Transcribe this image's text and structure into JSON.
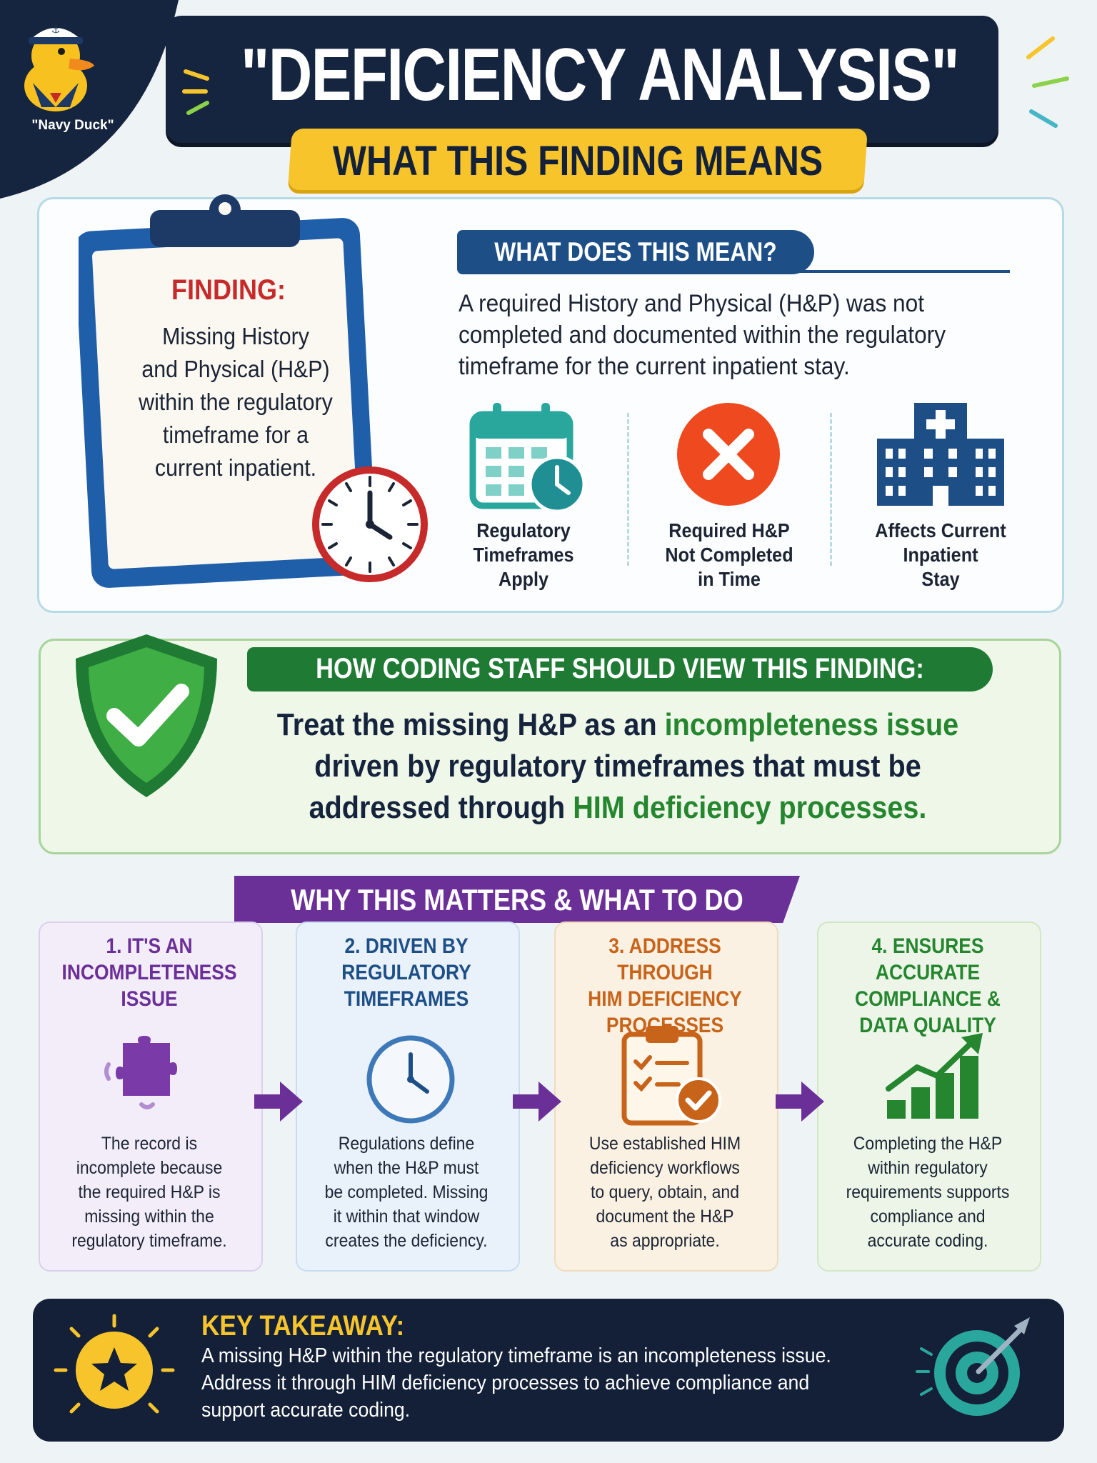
{
  "mascot": {
    "label": "\"Navy Duck\""
  },
  "header": {
    "title": "\"DEFICIENCY ANALYSIS\"",
    "subtitle": "WHAT THIS FINDING MEANS"
  },
  "finding": {
    "title": "FINDING:",
    "lines": [
      "Missing History",
      "and Physical (H&P)",
      "within the regulatory",
      "timeframe for a",
      "current inpatient."
    ]
  },
  "meaning": {
    "heading": "WHAT DOES THIS MEAN?",
    "lines": [
      "A required History and Physical (H&P) was not",
      "completed and documented within the regulatory",
      "timeframe for the current inpatient stay."
    ],
    "icons": [
      {
        "icon": "calendar-clock-icon",
        "lines": [
          "Regulatory",
          "Timeframes",
          "Apply"
        ]
      },
      {
        "icon": "x-circle-icon",
        "lines": [
          "Required H&P",
          "Not Completed",
          "in Time"
        ]
      },
      {
        "icon": "hospital-icon",
        "lines": [
          "Affects Current",
          "Inpatient",
          "Stay"
        ]
      }
    ]
  },
  "coding_view": {
    "heading": "HOW CODING STAFF SHOULD VIEW THIS FINDING:",
    "line1_a": "Treat the missing H&P as an ",
    "line1_b": "incompleteness issue",
    "line2": "driven by regulatory timeframes that must be",
    "line3_a": "addressed through ",
    "line3_b": "HIM deficiency processes."
  },
  "why": {
    "heading": "WHY THIS MATTERS & WHAT TO DO",
    "cards": [
      {
        "title": [
          "1. IT'S AN",
          "INCOMPLETENESS",
          "ISSUE"
        ],
        "body": [
          "The record is",
          "incomplete because",
          "the required H&P is",
          "missing within the",
          "regulatory timeframe."
        ]
      },
      {
        "title": [
          "2. DRIVEN BY",
          "REGULATORY",
          "TIMEFRAMES"
        ],
        "body": [
          "Regulations define",
          "when the H&P must",
          "be completed. Missing",
          "it within that window",
          "creates the deficiency."
        ]
      },
      {
        "title": [
          "3. ADDRESS THROUGH",
          "HIM DEFICIENCY",
          "PROCESSES"
        ],
        "body": [
          "Use established HIM",
          "deficiency workflows",
          "to query, obtain, and",
          "document the H&P",
          "as appropriate."
        ]
      },
      {
        "title": [
          "4. ENSURES ACCURATE",
          "COMPLIANCE &",
          "DATA QUALITY"
        ],
        "body": [
          "Completing the H&P",
          "within regulatory",
          "requirements supports",
          "compliance and",
          "accurate coding."
        ]
      }
    ]
  },
  "takeaway": {
    "title": "KEY TAKEAWAY:",
    "lines": [
      "A missing H&P within the regulatory timeframe is an incompleteness issue.",
      "Address it through HIM deficiency processes to achieve compliance and",
      "support accurate coding."
    ]
  },
  "colors": {
    "navy": "#16253f",
    "yellow": "#f7c52b",
    "red": "#c62a2a",
    "blue": "#1d4f86",
    "green": "#25862f",
    "purple": "#6b2f98",
    "orange": "#c8641a"
  }
}
